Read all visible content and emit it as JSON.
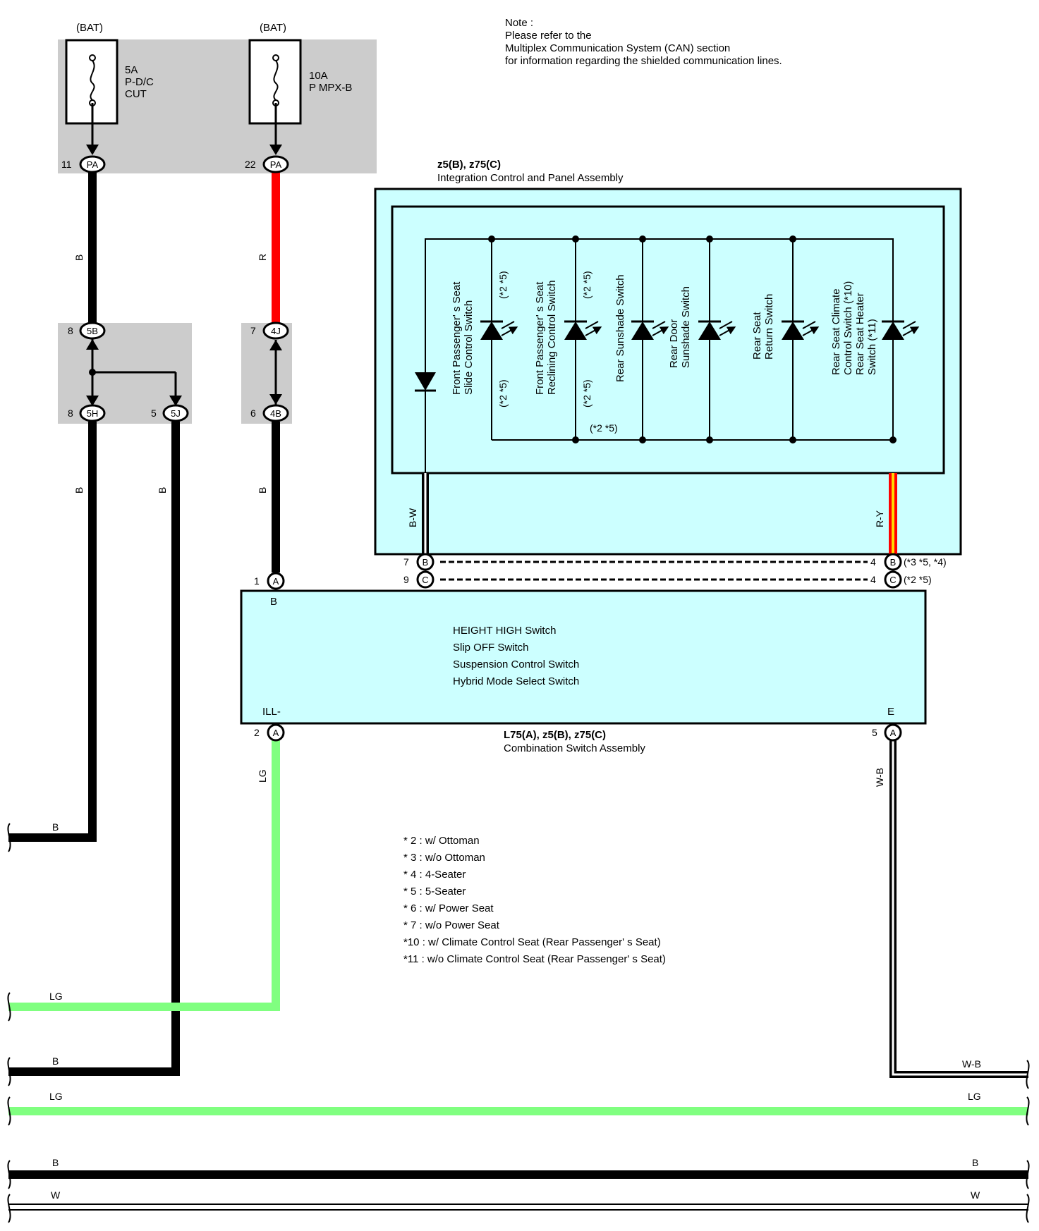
{
  "note": {
    "lines": [
      "Note :",
      "Please refer to the",
      "Multiplex Communication System (CAN) section",
      "for information regarding the shielded communication lines."
    ]
  },
  "fuses": [
    {
      "source": "(BAT)",
      "rating": "5A",
      "name_lines": [
        "P-D/C",
        "CUT"
      ],
      "pin": "11",
      "connector": "PA"
    },
    {
      "source": "(BAT)",
      "rating": "10A",
      "name_lines": [
        "P MPX-B"
      ],
      "pin": "22",
      "connector": "PA"
    }
  ],
  "junctions": {
    "j5B": {
      "pin": "8",
      "connector": "5B"
    },
    "j5H": {
      "pin": "8",
      "connector": "5H"
    },
    "j5J": {
      "pin": "5",
      "connector": "5J"
    },
    "j4J": {
      "pin": "7",
      "connector": "4J"
    },
    "j4B": {
      "pin": "6",
      "connector": "4B"
    }
  },
  "wire_colors": {
    "b1": "B",
    "r": "R",
    "b2": "B",
    "b3": "B",
    "b4": "B",
    "bw": "B-W",
    "ry": "R-Y",
    "lg": "LG",
    "wb": "W-B"
  },
  "integration_panel": {
    "code": "z5(B), z75(C)",
    "name": "Integration Control and Panel Assembly",
    "switches": [
      {
        "lines": [
          "Front Passenger' s Seat",
          "Slide Control Switch"
        ]
      },
      {
        "lines": [
          "Front Passenger' s Seat",
          "Reclining Control Switch"
        ]
      },
      {
        "lines": [
          "Rear Sunshade Switch"
        ]
      },
      {
        "lines": [
          "Rear Door",
          "Sunshade Switch"
        ]
      },
      {
        "lines": [
          "Rear Seat",
          "Return Switch"
        ]
      },
      {
        "lines": [
          "Rear Seat Climate",
          "Control Switch (*10)",
          "Rear Seat Heater",
          "Switch (*11)"
        ]
      }
    ],
    "variant_note": "(*2 *5)"
  },
  "panel_pins": {
    "left_b": {
      "pin": "7",
      "connector": "B"
    },
    "left_c": {
      "pin": "9",
      "connector": "C"
    },
    "right_b": {
      "pin": "4",
      "connector": "B",
      "note": "(*3 *5, *4)"
    },
    "right_c": {
      "pin": "4",
      "connector": "C",
      "note": "(*2 *5)"
    }
  },
  "combination_switch": {
    "code": "L75(A), z5(B), z75(C)",
    "name": "Combination Switch Assembly",
    "terminal_b": "B",
    "terminal_ill": "ILL-",
    "terminal_e": "E",
    "top_pin": {
      "pin": "1",
      "connector": "A"
    },
    "ill_pin": {
      "pin": "2",
      "connector": "A"
    },
    "e_pin": {
      "pin": "5",
      "connector": "A"
    },
    "functions": [
      "HEIGHT HIGH Switch",
      "Slip OFF Switch",
      "Suspension Control Switch",
      "Hybrid Mode Select Switch"
    ]
  },
  "footnotes": [
    "* 2 : w/ Ottoman",
    "* 3 : w/o Ottoman",
    "* 4 : 4-Seater",
    "* 5 : 5-Seater",
    "* 6 : w/ Power Seat",
    "* 7 : w/o Power Seat",
    "*10 : w/ Climate Control Seat (Rear Passenger' s Seat)",
    "*11 : w/o Climate Control Seat (Rear Passenger' s Seat)"
  ],
  "bus_labels": {
    "b_left_1": "B",
    "lg_left_1": "LG",
    "b_left_2": "B",
    "wb_right": "W-B",
    "lg_left_2": "LG",
    "lg_right_2": "LG",
    "b_left_3": "B",
    "b_right_3": "B",
    "w_left": "W",
    "w_right": "W"
  },
  "colors": {
    "black_wire": "#000000",
    "red_wire": "#ff0000",
    "lg_wire": "#80ff80",
    "ry_yellow": "#ffd700",
    "gray_box": "#cccccc",
    "cyan_box": "#ccffff"
  }
}
